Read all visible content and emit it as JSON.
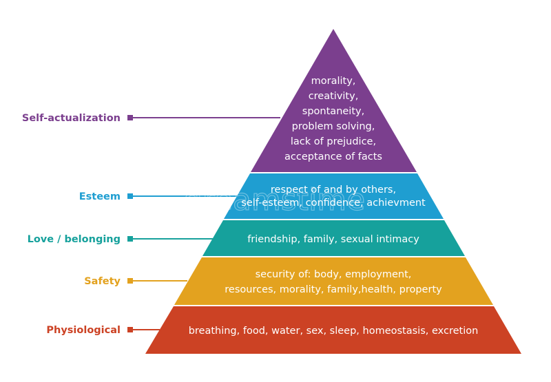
{
  "levels": [
    {
      "label": "Self-actualization",
      "color": "#7b3f8e",
      "lines": [
        "morality,",
        "creativity,",
        "spontaneity,",
        "problem solving,",
        "lack of  prejudice,",
        "acceptance of facts"
      ]
    },
    {
      "label": "Esteem",
      "color": "#1f9ed1",
      "lines": [
        "respect of and by others,",
        "self-esteem, confidence, achievment"
      ]
    },
    {
      "label": "Love / belonging",
      "color": "#16a19c",
      "lines": [
        "friendship, family, sexual intimacy"
      ]
    },
    {
      "label": "Safety",
      "color": "#e3a21f",
      "lines": [
        "security of: body, employment,",
        "resources, morality, family,health, property"
      ]
    },
    {
      "label": "Physiological",
      "color": "#cc4224",
      "lines": [
        "breathing, food, water, sex, sleep, homeostasis, excretion"
      ]
    }
  ],
  "watermark": "dreamstime"
}
